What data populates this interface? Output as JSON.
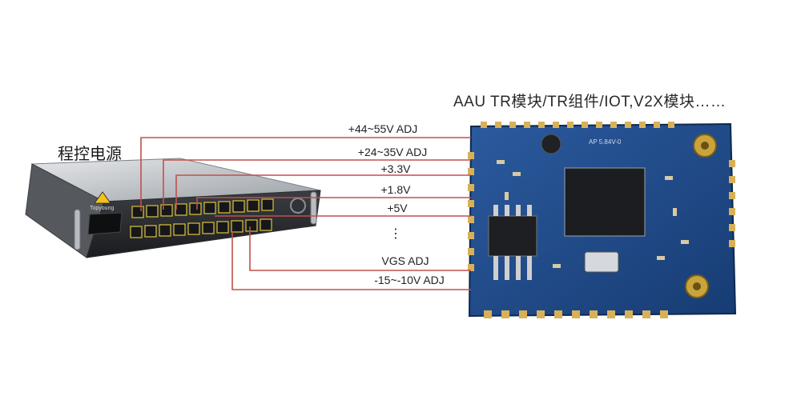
{
  "module_title": "AAU TR模块/TR组件/IOT,V2X模块……",
  "psu_title": "程控电源",
  "psu_brand": "Topyoung",
  "chip_marking": "AP 5.84V-0",
  "wire_color": "#c0504d",
  "pcb_color": "#1f4a8a",
  "rails": [
    {
      "label": "+44~55V ADJ"
    },
    {
      "label": "+24~35V ADJ"
    },
    {
      "label": "+3.3V"
    },
    {
      "label": "+1.8V"
    },
    {
      "label": "+5V"
    },
    {
      "label": "⋮"
    },
    {
      "label": "VGS ADJ"
    },
    {
      "label": "-15~-10V ADJ"
    }
  ]
}
